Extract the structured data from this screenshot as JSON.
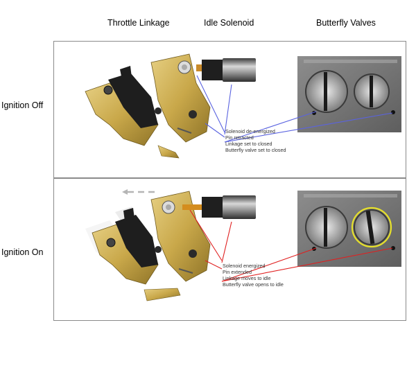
{
  "columns": {
    "throttle_linkage": "Throttle Linkage",
    "idle_solenoid": "Idle Solenoid",
    "butterfly_valves": "Butterfly Valves"
  },
  "rows": [
    {
      "label": "Ignition Off",
      "pointer_color": "#5a63e0",
      "annotations": [
        "Solenoid de-energized",
        "Pin retracted",
        "Linkage set to closed",
        "Butterfly valve set to closed"
      ]
    },
    {
      "label": "Ignition On",
      "pointer_color": "#e02020",
      "annotations": [
        "Solenoid energized",
        "Pin extended",
        "Linkage moves to idle",
        "Butterfly valve opens to idle"
      ]
    }
  ],
  "colors": {
    "brass": "#c9a84a",
    "black_part": "#1e1e1e",
    "chrome": "#9a9a9a",
    "highlight_circle": "#e6e02a",
    "motion_arrow": "#b5b5b5"
  }
}
